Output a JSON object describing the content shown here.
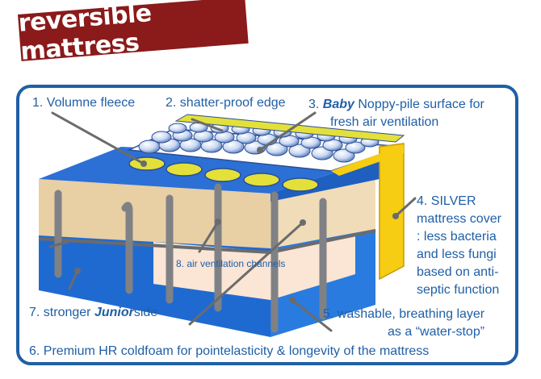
{
  "title": "reversible mattress",
  "labels": {
    "l1": "1. Volumne fleece",
    "l2": "2. shatter-proof edge",
    "l3_pre": "3. ",
    "l3_bold": "Baby",
    "l3_post": " Noppy-pile surface for",
    "l3_line2": "fresh air ventilation",
    "l4_line1": "4. SILVER",
    "l4_line2": "mattress cover",
    "l4_line3": ": less bacteria",
    "l4_line4": "and less fungi",
    "l4_line5": "based on anti-",
    "l4_line6": "septic function",
    "l5_line1": "5. washable, breathing layer",
    "l5_line2": "as a “water-stop”",
    "l6": "6. Premium HR coldfoam for pointelasticity  & longevity of the mattress",
    "l7_pre": "7. stronger ",
    "l7_bold": "Junior",
    "l7_post": "side",
    "l8": "8. air ventilation channels"
  },
  "colors": {
    "banner": "#8b1a1a",
    "frame": "#1f5fa6",
    "text": "#1f5fa6",
    "blue_layer": "#1f6ad1",
    "foam": "#e8cfa4",
    "cover_yellow": "#f6cd12",
    "fleece_yellow": "#e3e03a",
    "spring": "#8e8f93"
  }
}
